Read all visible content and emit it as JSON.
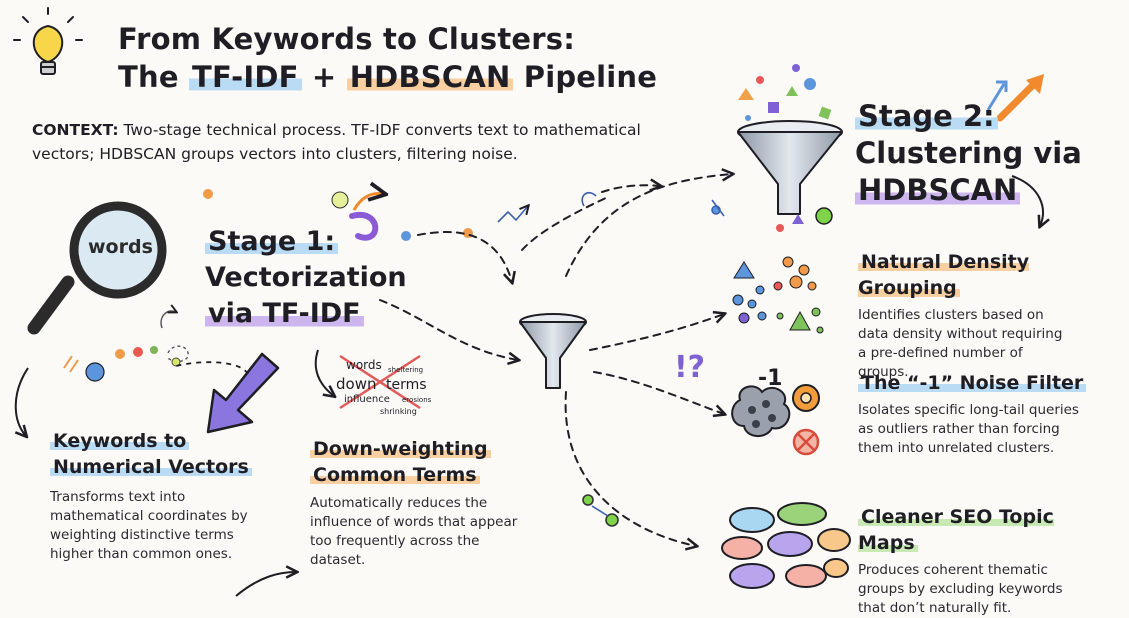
{
  "title": {
    "line1": "From Keywords to Clusters:",
    "line2_pre": "The ",
    "line2_tfidf": "TF-IDF",
    "line2_mid": " + ",
    "line2_hdbscan": "HDBSCAN",
    "line2_post": " Pipeline"
  },
  "context": {
    "label": "CONTEXT:",
    "text": " Two-stage technical process. TF-IDF converts text to mathematical vectors; HDBSCAN groups vectors into clusters, filtering noise."
  },
  "magnifier_word": "words",
  "stage1": {
    "line1": "Stage 1:",
    "line2": "Vectorization",
    "line3": "via TF-IDF"
  },
  "stage2": {
    "line1": "Stage 2:",
    "line2": "Clustering via",
    "line3": "HDBSCAN"
  },
  "word_cloud": {
    "w1": "words",
    "w2": "sheltering",
    "w3": "down",
    "w4": "terms",
    "w5": "influence",
    "w6": "erosions",
    "w7": "shrinking"
  },
  "noise_symbols": {
    "qmark": "!?",
    "minus_one": "-1"
  },
  "sections": {
    "keywords": {
      "title1": "Keywords to",
      "title2": "Numerical Vectors",
      "desc": "Transforms text into mathematical coordinates by weighting distinctive terms higher than common ones."
    },
    "downweight": {
      "title1": "Down-weighting",
      "title2": "Common Terms",
      "desc": "Automatically reduces the influence of words that appear too frequently across the dataset."
    },
    "density": {
      "title": "Natural Density Grouping",
      "desc": "Identifies clusters based on data density without requiring a pre-defined number of groups."
    },
    "noise": {
      "title": "The “-1” Noise Filter",
      "desc": "Isolates specific long-tail queries as outliers rather than forcing them into unrelated clusters."
    },
    "seo": {
      "title": "Cleaner SEO Topic Maps",
      "desc": "Produces coherent thematic groups by excluding keywords that don’t naturally fit."
    }
  },
  "colors": {
    "blue_highlight": "#b9dcf4",
    "orange_highlight": "#f7cfa0",
    "purple_highlight": "#cdb5ee",
    "green_highlight": "#c9e9b4",
    "ink": "#1e1e24"
  },
  "icons": [
    "lightbulb-icon",
    "magnifier-icon",
    "funnel-icon",
    "arrow-icon",
    "speech-bubble-icon",
    "flower-icon",
    "crossed-circle-icon"
  ]
}
